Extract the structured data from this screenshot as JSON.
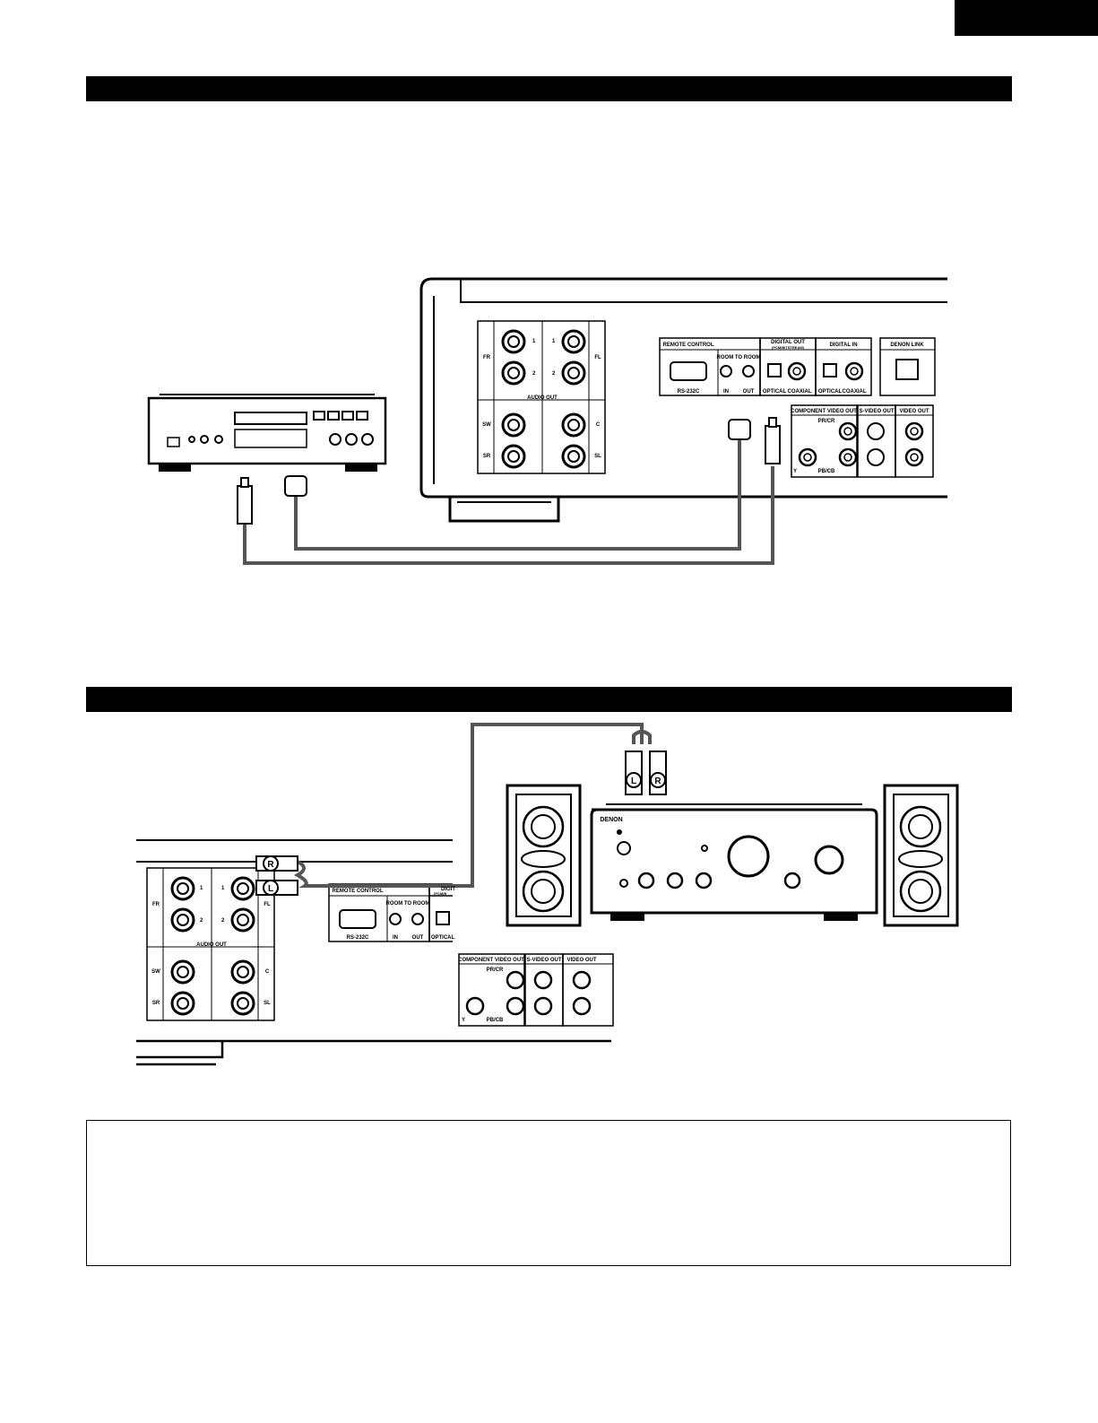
{
  "page": {
    "corner_tab": ""
  },
  "diagram1": {
    "audio_out": "AUDIO OUT",
    "ch_fr": "FR",
    "ch_fl": "FL",
    "ch_sw": "SW",
    "ch_c": "C",
    "ch_sr": "SR",
    "ch_sl": "SL",
    "n1": "1",
    "n2": "2",
    "remote_control": "REMOTE CONTROL",
    "rs232c": "RS-232C",
    "room_to_room": "ROOM TO ROOM",
    "in": "IN",
    "out": "OUT",
    "digital_out": "DIGITAL OUT",
    "digital_out_sub": "(PCM/BITSTREAM)",
    "digital_in": "DIGITAL IN",
    "optical": "OPTICAL",
    "coaxial": "COAXIAL",
    "denon_link": "DENON LINK",
    "component_video_out": "COMPONENT VIDEO OUT",
    "pr_cr": "PR/CR",
    "pb_cb": "PB/CB",
    "y": "Y",
    "s_video_out": "S-VIDEO OUT",
    "video_out": "VIDEO OUT"
  },
  "diagram2": {
    "plug_r": "R",
    "plug_l": "L",
    "brand": "DENON",
    "audio_out": "AUDIO OUT",
    "remote_control": "REMOTE CONTROL",
    "rs232c": "RS-232C",
    "room_to_room": "ROOM TO ROOM",
    "in": "IN",
    "out": "OUT",
    "digi_partial": "DIGIT",
    "digi_sub_partial": "(PCM/B",
    "optical": "OPTICAL",
    "component_video_out": "COMPONENT VIDEO OUT",
    "s_video_out": "S-VIDEO OUT",
    "video_out": "VIDEO OUT"
  }
}
